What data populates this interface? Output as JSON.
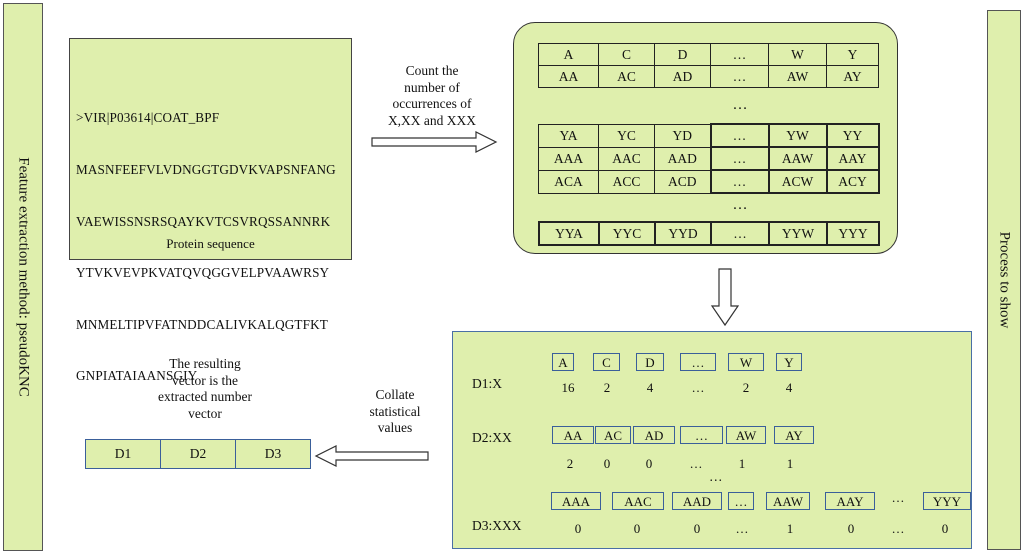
{
  "left_bar_label": "Feature extraction method: pseudoKNC",
  "right_bar_label": "Process to show",
  "protein": {
    "lines": [
      ">VIR|P03614|COAT_BPF",
      "MASNFEEFVLVDNGGTGDVKVAPSNFANG",
      "VAEWISSNSRSQAYKVTCSVRQSSANNRK",
      "YTVKVEVPKVATQVQGGVELPVAAWRSY",
      "MNMELTIPVFATNDDCALIVKALQGTFKT",
      "GNPIATAIAANSGIY"
    ],
    "caption": "Protein sequence"
  },
  "count_label": [
    "Count the",
    "number of",
    "occurrences of",
    "X,XX and XXX"
  ],
  "kmer_tables": {
    "row1": [
      "A",
      "C",
      "D",
      "…",
      "W",
      "Y"
    ],
    "row2": [
      "AA",
      "AC",
      "AD",
      "…",
      "AW",
      "AY"
    ],
    "dots1": "…",
    "row3": [
      "YA",
      "YC",
      "YD",
      "…",
      "YW",
      "YY"
    ],
    "row4": [
      "AAA",
      "AAC",
      "AAD",
      "…",
      "AAW",
      "AAY"
    ],
    "row5": [
      "ACA",
      "ACC",
      "ACD",
      "…",
      "ACW",
      "ACY"
    ],
    "dots2": "…",
    "row6": [
      "YYA",
      "YYC",
      "YYD",
      "…",
      "YYW",
      "YYY"
    ]
  },
  "stats": {
    "d1_label": "D1:X",
    "d1_chips": [
      "A",
      "C",
      "D",
      "…",
      "W",
      "Y"
    ],
    "d1_counts": [
      "16",
      "2",
      "4",
      "…",
      "2",
      "4"
    ],
    "d2_label": "D2:XX",
    "d2_chips": [
      "AA",
      "AC",
      "AD",
      "…",
      "AW",
      "AY"
    ],
    "d2_counts": [
      "2",
      "0",
      "0",
      "…",
      "1",
      "1"
    ],
    "mid_dots": "…",
    "d3_label": "D3:XXX",
    "d3_chips": [
      "AAA",
      "AAC",
      "AAD",
      "…",
      "AAW",
      "AAY",
      "…",
      "YYY"
    ],
    "d3_counts": [
      "0",
      "0",
      "0",
      "…",
      "1",
      "0",
      "…",
      "0"
    ]
  },
  "collate_label": [
    "Collate",
    "statistical",
    "values"
  ],
  "result_label": [
    "The resulting",
    "vector is the",
    "extracted number",
    "vector"
  ],
  "vector": [
    "D1",
    "D2",
    "D3"
  ]
}
